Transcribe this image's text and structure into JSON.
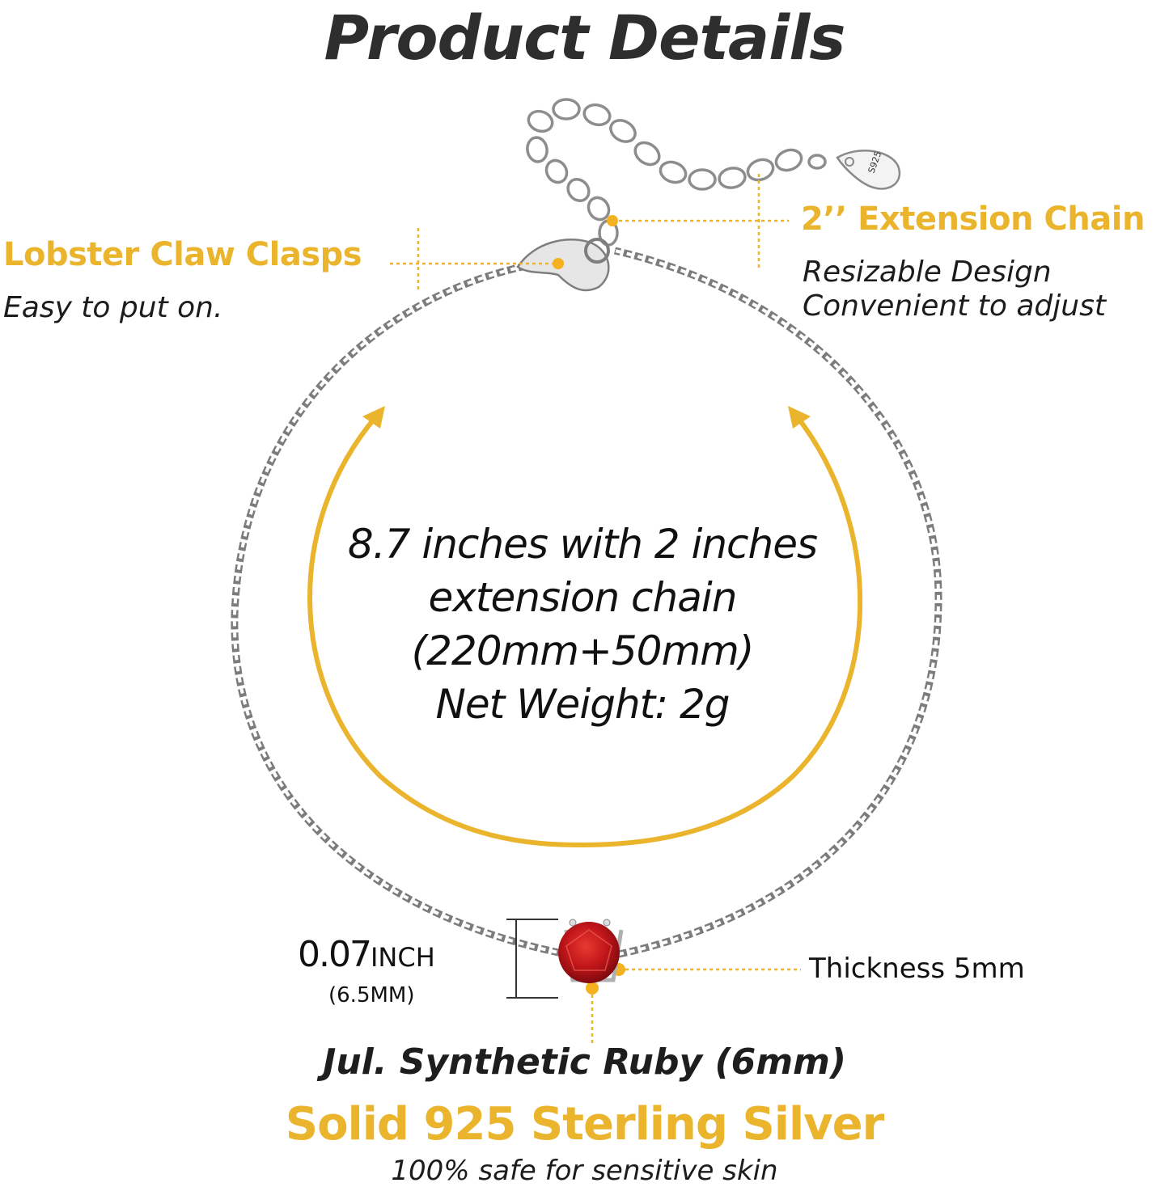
{
  "header": {
    "title": "Product Details"
  },
  "callouts": {
    "clasp": {
      "title": "Lobster Claw Clasps",
      "subtitle": "Easy to put on."
    },
    "extension": {
      "title": "2’’ Extension Chain",
      "line1": "Resizable Design",
      "line2": "Convenient  to adjust"
    }
  },
  "dimensions": {
    "line1": "8.7 inches with 2 inches",
    "line2": "extension chain",
    "line3": "(220mm+50mm)",
    "line4": "Net Weight: 2g"
  },
  "gem": {
    "height_value": "0.07",
    "height_unit": "INCH",
    "height_mm": "(6.5MM)",
    "thickness": "Thickness 5mm",
    "stone": "Jul. Synthetic Ruby (6mm)",
    "tag_stamp": "S925"
  },
  "material": {
    "title": "Solid 925 Sterling Silver",
    "subtitle": "100% safe for sensitive skin"
  },
  "colors": {
    "accent_gold": "#eab42c",
    "ruby_red": "#c4161c",
    "silver": "#9a9a9a",
    "text_dark": "#2e2e2e"
  },
  "icons": [
    "arrow-up-left-curve-icon",
    "arrow-up-right-curve-icon",
    "callout-dot-icon"
  ]
}
